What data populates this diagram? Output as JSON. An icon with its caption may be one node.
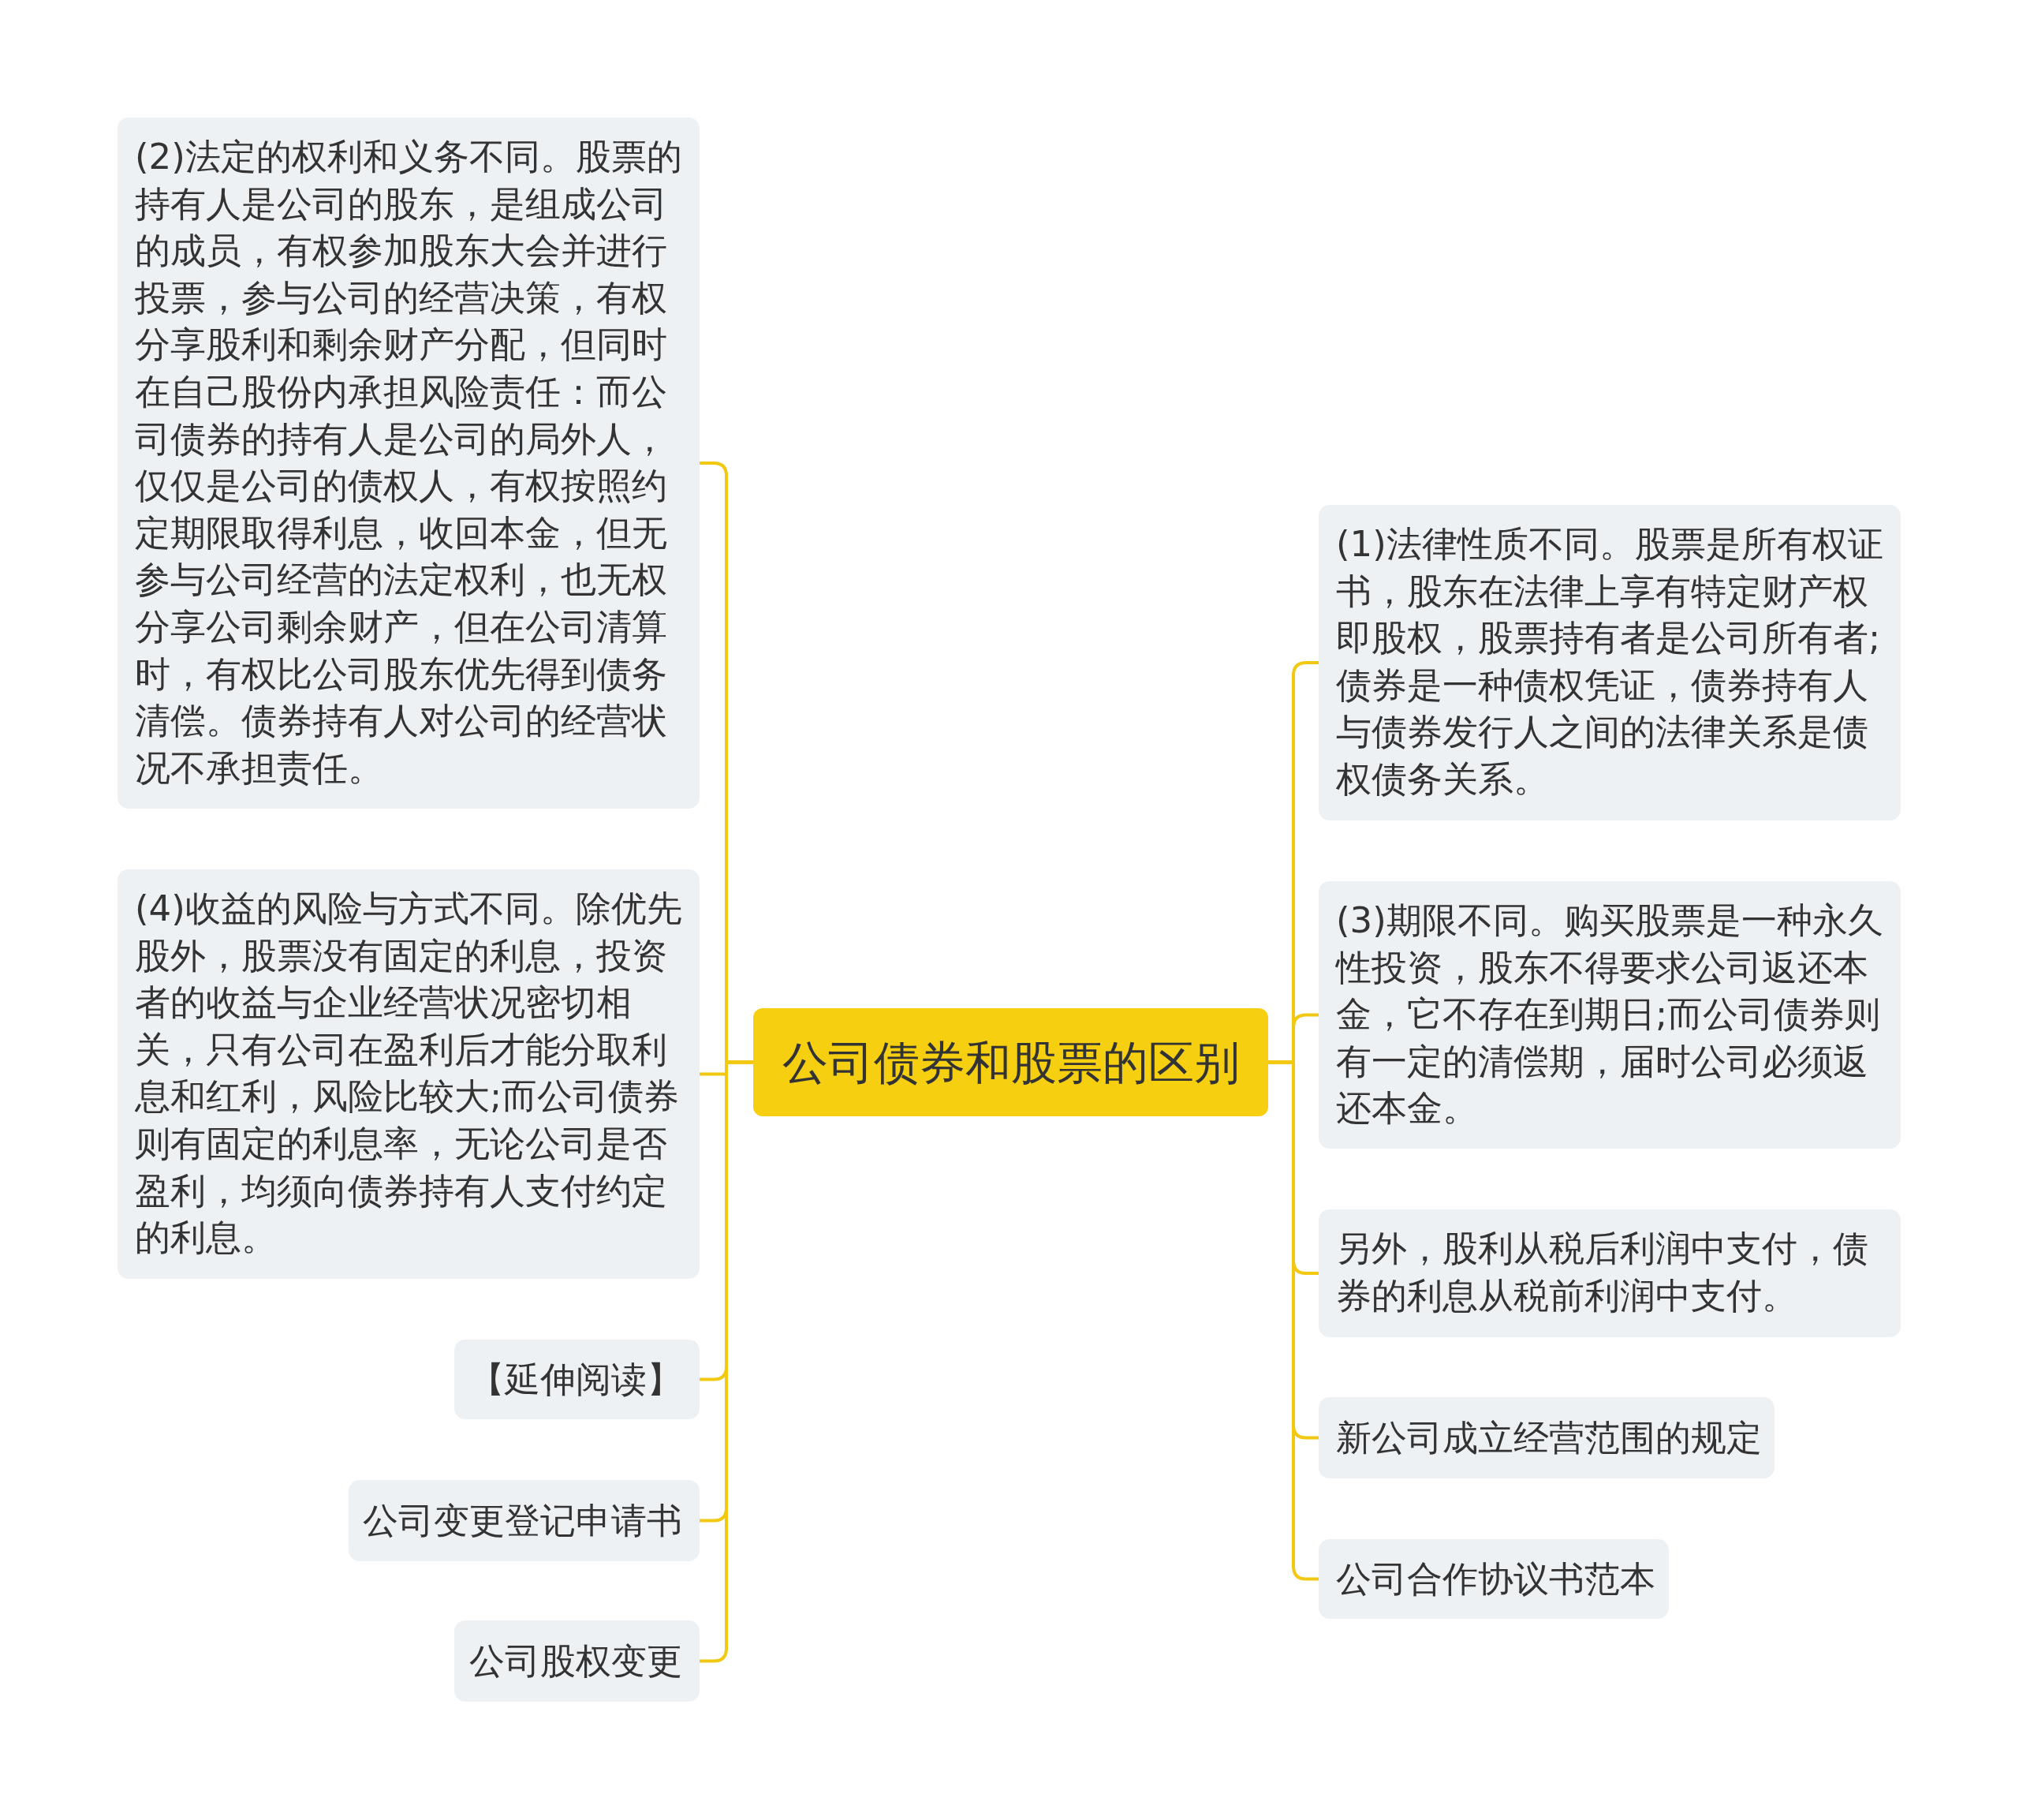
{
  "diagram": {
    "nodes": [
      {
        "text": [
          "公司债券和股票的区别"
        ]
      },
      {
        "text": [
          "(2)法定的权利和义务不同。股票的持有人是公司的股东，是组成公司的成员，有权参加股东大会并进行投票，参与公司的经营决策，有权分享股利和剩余财产分配，但同时在自己股份内承担风险责任：而公司债券的持有人是公司的局外人，仅仅是公司的债权人，有权按照约定期限取得利息，收回本金，但无参与公司经营的法定权利，也无权分享公司剩余财产，但在公司清算时，有权比公司股东优先得到债务清偿。债券持有人对公司的经营状况不承担责任。"
        ]
      },
      {
        "text": [
          "(4)收益的风险与方式不同。除优先股外，股票没有固定的利息，投资者的收益与企业经营状况密切相关，只有公司在盈利后才能分取利息和红利，风险比较大;而公司债券则有固定的利息率，无论公司是否盈利，均须向债券持有人支付约定的利息。"
        ]
      },
      {
        "text": [
          "【延伸阅读】"
        ]
      },
      {
        "text": [
          "公司变更登记申请书"
        ]
      },
      {
        "text": [
          "公司股权变更"
        ]
      },
      {
        "text": [
          "(1)法律性质不同。股票是所有权证书，股东在法律上享有特定财产权即股权，股票持有者是公司所有者;债券是一种债权凭证，债券持有人与债券发行人之间的法律关系是债权债务关系。"
        ]
      },
      {
        "text": [
          "(3)期限不同。购买股票是一种永久性投资，股东不得要求公司返还本金，它不存在到期日;而公司债券则有一定的清偿期，届时公司必须返还本金。"
        ]
      },
      {
        "text": [
          "另外，股利从税后利润中支付，债券的利息从税前利润中支付。"
        ]
      },
      {
        "text": [
          "新公司成立经营范围的规定"
        ]
      },
      {
        "text": [
          "公司合作协议书范本"
        ]
      }
    ],
    "edges": [
      {
        "from": 0,
        "to": 1,
        "arrow": "none"
      },
      {
        "from": 0,
        "to": 2,
        "arrow": "none"
      },
      {
        "from": 0,
        "to": 3,
        "arrow": "none"
      },
      {
        "from": 0,
        "to": 4,
        "arrow": "none"
      },
      {
        "from": 0,
        "to": 5,
        "arrow": "none"
      },
      {
        "from": 0,
        "to": 6,
        "arrow": "none"
      },
      {
        "from": 0,
        "to": 7,
        "arrow": "none"
      },
      {
        "from": 0,
        "to": 8,
        "arrow": "none"
      },
      {
        "from": 0,
        "to": 9,
        "arrow": "none"
      },
      {
        "from": 0,
        "to": 10,
        "arrow": "none"
      }
    ]
  }
}
